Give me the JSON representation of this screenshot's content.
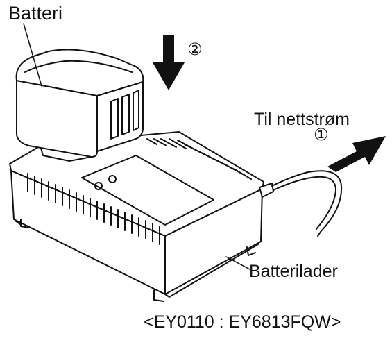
{
  "labels": {
    "battery": "Batteri",
    "mains": "Til nettstrøm",
    "charger": "Batterilader",
    "model": "<EY0110 : EY6813FQW>",
    "step_1": "①",
    "step_2": "②"
  },
  "colors": {
    "line": "#111111",
    "background": "#ffffff"
  }
}
